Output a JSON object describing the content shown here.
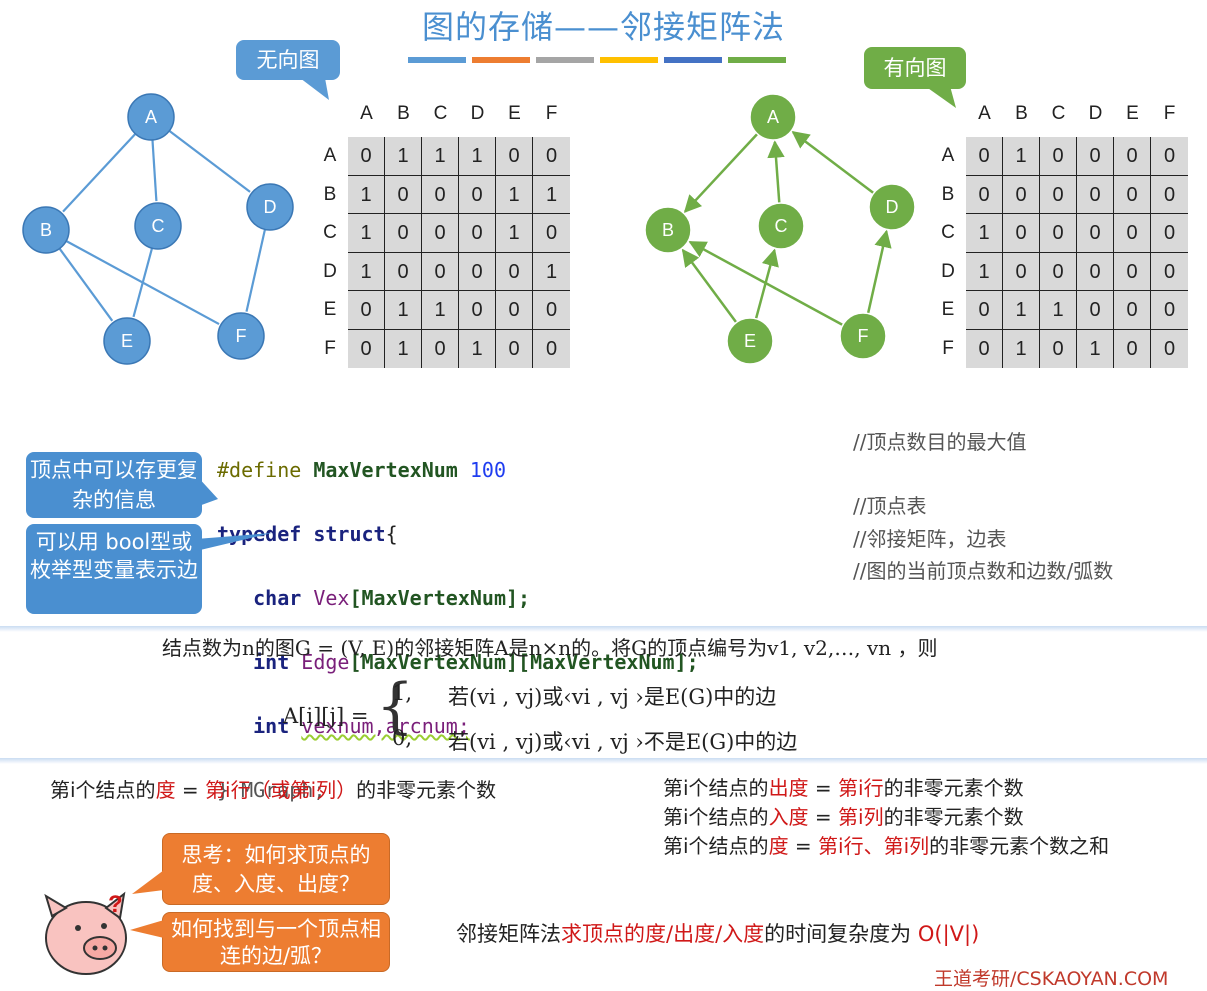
{
  "title": "图的存储——邻接矩阵法",
  "accent_colors": [
    "#5b9bd5",
    "#ed7d31",
    "#a5a5a5",
    "#ffc000",
    "#4472c4",
    "#70ad47"
  ],
  "undirected": {
    "label": "无向图",
    "node_color": "#5b9bd5",
    "nodes": [
      "A",
      "B",
      "C",
      "D",
      "E",
      "F"
    ],
    "edges": [
      [
        "A",
        "B"
      ],
      [
        "A",
        "C"
      ],
      [
        "A",
        "D"
      ],
      [
        "B",
        "E"
      ],
      [
        "B",
        "F"
      ],
      [
        "C",
        "E"
      ],
      [
        "D",
        "F"
      ]
    ],
    "matrix": {
      "cols": [
        "A",
        "B",
        "C",
        "D",
        "E",
        "F"
      ],
      "rows": [
        {
          "label": "A",
          "cells": [
            "0",
            "1",
            "1",
            "1",
            "0",
            "0"
          ]
        },
        {
          "label": "B",
          "cells": [
            "1",
            "0",
            "0",
            "0",
            "1",
            "1"
          ]
        },
        {
          "label": "C",
          "cells": [
            "1",
            "0",
            "0",
            "0",
            "1",
            "0"
          ]
        },
        {
          "label": "D",
          "cells": [
            "1",
            "0",
            "0",
            "0",
            "0",
            "1"
          ]
        },
        {
          "label": "E",
          "cells": [
            "0",
            "1",
            "1",
            "0",
            "0",
            "0"
          ]
        },
        {
          "label": "F",
          "cells": [
            "0",
            "1",
            "0",
            "1",
            "0",
            "0"
          ]
        }
      ]
    }
  },
  "directed": {
    "label": "有向图",
    "node_color": "#70ad47",
    "nodes": [
      "A",
      "B",
      "C",
      "D",
      "E",
      "F"
    ],
    "arcs": [
      [
        "A",
        "B"
      ],
      [
        "C",
        "A"
      ],
      [
        "D",
        "A"
      ],
      [
        "E",
        "B"
      ],
      [
        "E",
        "C"
      ],
      [
        "F",
        "B"
      ],
      [
        "F",
        "D"
      ]
    ],
    "matrix": {
      "cols": [
        "A",
        "B",
        "C",
        "D",
        "E",
        "F"
      ],
      "rows": [
        {
          "label": "A",
          "cells": [
            "0",
            "1",
            "0",
            "0",
            "0",
            "0"
          ]
        },
        {
          "label": "B",
          "cells": [
            "0",
            "0",
            "0",
            "0",
            "0",
            "0"
          ]
        },
        {
          "label": "C",
          "cells": [
            "1",
            "0",
            "0",
            "0",
            "0",
            "0"
          ]
        },
        {
          "label": "D",
          "cells": [
            "1",
            "0",
            "0",
            "0",
            "0",
            "0"
          ]
        },
        {
          "label": "E",
          "cells": [
            "0",
            "1",
            "1",
            "0",
            "0",
            "0"
          ]
        },
        {
          "label": "F",
          "cells": [
            "0",
            "1",
            "0",
            "1",
            "0",
            "0"
          ]
        }
      ]
    }
  },
  "code": {
    "define_kw": "#define",
    "define_name": "MaxVertexNum",
    "define_value": "100",
    "typedef": "typedef",
    "struct": "struct",
    "open_brace": "{",
    "line_vex_type": "char",
    "line_vex_name": "Vex",
    "line_vex_dims": "[MaxVertexNum];",
    "line_edge_type": "int",
    "line_edge_name": "Edge",
    "line_edge_dims": "[MaxVertexNum][MaxVertexNum];",
    "line_num_type": "int",
    "line_num_names": "vexnum,arcnum;",
    "close": "} MGraph;",
    "comments": [
      "//顶点数目的最大值",
      "//顶点表",
      "//邻接矩阵，边表",
      "//图的当前顶点数和边数/弧数"
    ]
  },
  "callouts": {
    "vertex_info": "顶点中可以存更复杂的信息",
    "bool_enum": "可以用 bool型或枚举型变量表示边",
    "think": "思考：如何求顶点的度、入度、出度？",
    "find_edges": "如何找到与一个顶点相连的边/弧？"
  },
  "definition": {
    "intro": "结点数为n的图G = (V, E)的邻接矩阵A是n×n的。将G的顶点编号为v1, v2,…, vn ，则",
    "lhs": "A[i][j] =",
    "case1_value": "1,",
    "case1_cond": "若(vi , vj)或‹vi , vj ›是E(G)中的边",
    "case0_value": "0,",
    "case0_cond": "若(vi , vj)或‹vi , vj ›不是E(G)中的边"
  },
  "degree_notes": {
    "undirected": [
      "第i个结点的",
      "度",
      " = ",
      "第i行（或第i列）",
      "的非零元素个数"
    ],
    "out": [
      "第i个结点的",
      "出度",
      " = ",
      "第i行",
      "的非零元素个数"
    ],
    "in": [
      "第i个结点的",
      "入度",
      " = ",
      "第i列",
      "的非零元素个数"
    ],
    "total": [
      "第i个结点的",
      "度",
      " = ",
      "第i行、第i列",
      "的非零元素个数之和"
    ]
  },
  "complexity": [
    "邻接矩阵法",
    "求顶点的度/出度/入度",
    "的时间复杂度为 ",
    "O(|V|)"
  ],
  "footer": "王道考研/CSKAOYAN.COM"
}
